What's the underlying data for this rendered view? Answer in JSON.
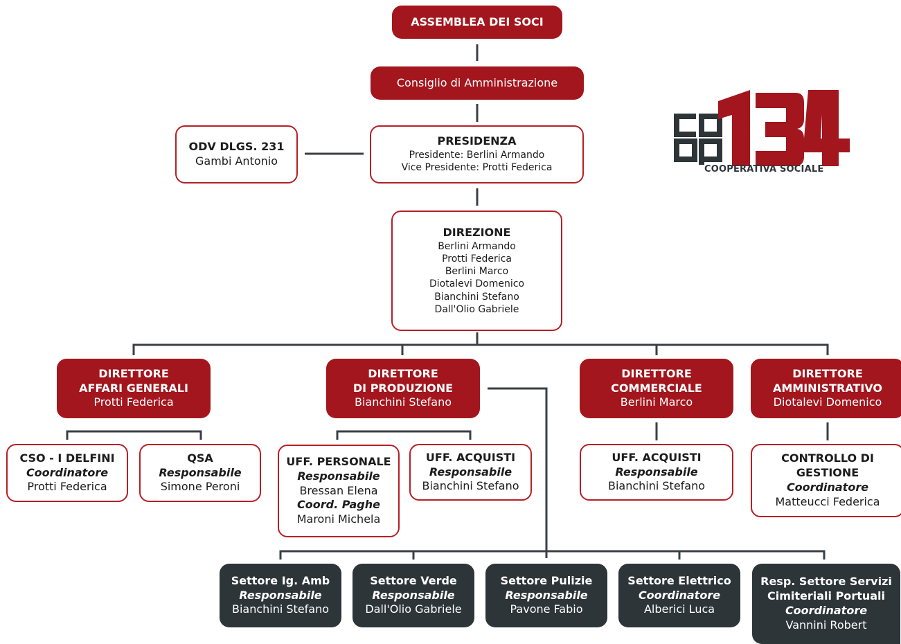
{
  "assemblea": "ASSEMBLEA DEI SOCI",
  "consiglio": "Consiglio di Amministrazione",
  "odv": {
    "title": "ODV DLGS. 231",
    "name": "Gambi Antonio"
  },
  "presidenza": {
    "title": "PRESIDENZA",
    "lines": [
      "Presidente: Berlini Armando",
      "Vice Presidente: Protti Federica"
    ]
  },
  "direzione": {
    "title": "DIREZIONE",
    "members": [
      "Berlini Armando",
      "Protti Federica",
      "Berlini Marco",
      "Diotalevi Domenico",
      "Bianchini Stefano",
      "Dall'Olio Gabriele"
    ]
  },
  "directors": [
    {
      "l1": "DIRETTORE",
      "l2": "AFFARI GENERALI",
      "name": "Protti Federica"
    },
    {
      "l1": "DIRETTORE",
      "l2": "DI PRODUZIONE",
      "name": "Bianchini Stefano"
    },
    {
      "l1": "DIRETTORE",
      "l2": "COMMERCIALE",
      "name": "Berlini Marco"
    },
    {
      "l1": "DIRETTORE",
      "l2": "AMMINISTRATIVO",
      "name": "Diotalevi Domenico"
    }
  ],
  "offices": {
    "cso": {
      "title": "CSO -  I DELFINI",
      "role": "Coordinatore",
      "name": "Protti Federica"
    },
    "qsa": {
      "title": "QSA",
      "role": "Responsabile",
      "name": "Simone Peroni"
    },
    "personale": {
      "title": "UFF. PERSONALE",
      "role": "Responsabile",
      "name": "Bressan Elena",
      "role2": "Coord. Paghe",
      "name2": "Maroni Michela"
    },
    "acquisti1": {
      "title": "UFF. ACQUISTI",
      "role": "Responsabile",
      "name": "Bianchini Stefano"
    },
    "acquisti2": {
      "title": "UFF. ACQUISTI",
      "role": "Responsabile",
      "name": "Bianchini Stefano"
    },
    "controllo": {
      "title1": "CONTROLLO DI",
      "title2": "GESTIONE",
      "role": "Coordinatore",
      "name": "Matteucci Federica"
    }
  },
  "settori": [
    {
      "title": "Settore Ig. Amb",
      "role": "Responsabile",
      "name": "Bianchini Stefano"
    },
    {
      "title": "Settore Verde",
      "role": "Responsabile",
      "name": "Dall'Olio Gabriele"
    },
    {
      "title": "Settore Pulizie",
      "role": "Responsabile",
      "name": "Pavone Fabio"
    },
    {
      "title": "Settore Elettrico",
      "role": "Coordinatore",
      "name": "Alberici Luca"
    },
    {
      "title": "Resp. Settore Servizi",
      "title2": "Cimiteriali Portuali",
      "role": "Coordinatore",
      "name": "Vannini Robert"
    }
  ],
  "logo": {
    "coop": "COOP",
    "number": "134",
    "subtitle": "COOPERATIVA SOCIALE"
  },
  "colors": {
    "red": "#a3161d",
    "dark": "#2e3539",
    "line": "#3a3f44"
  }
}
